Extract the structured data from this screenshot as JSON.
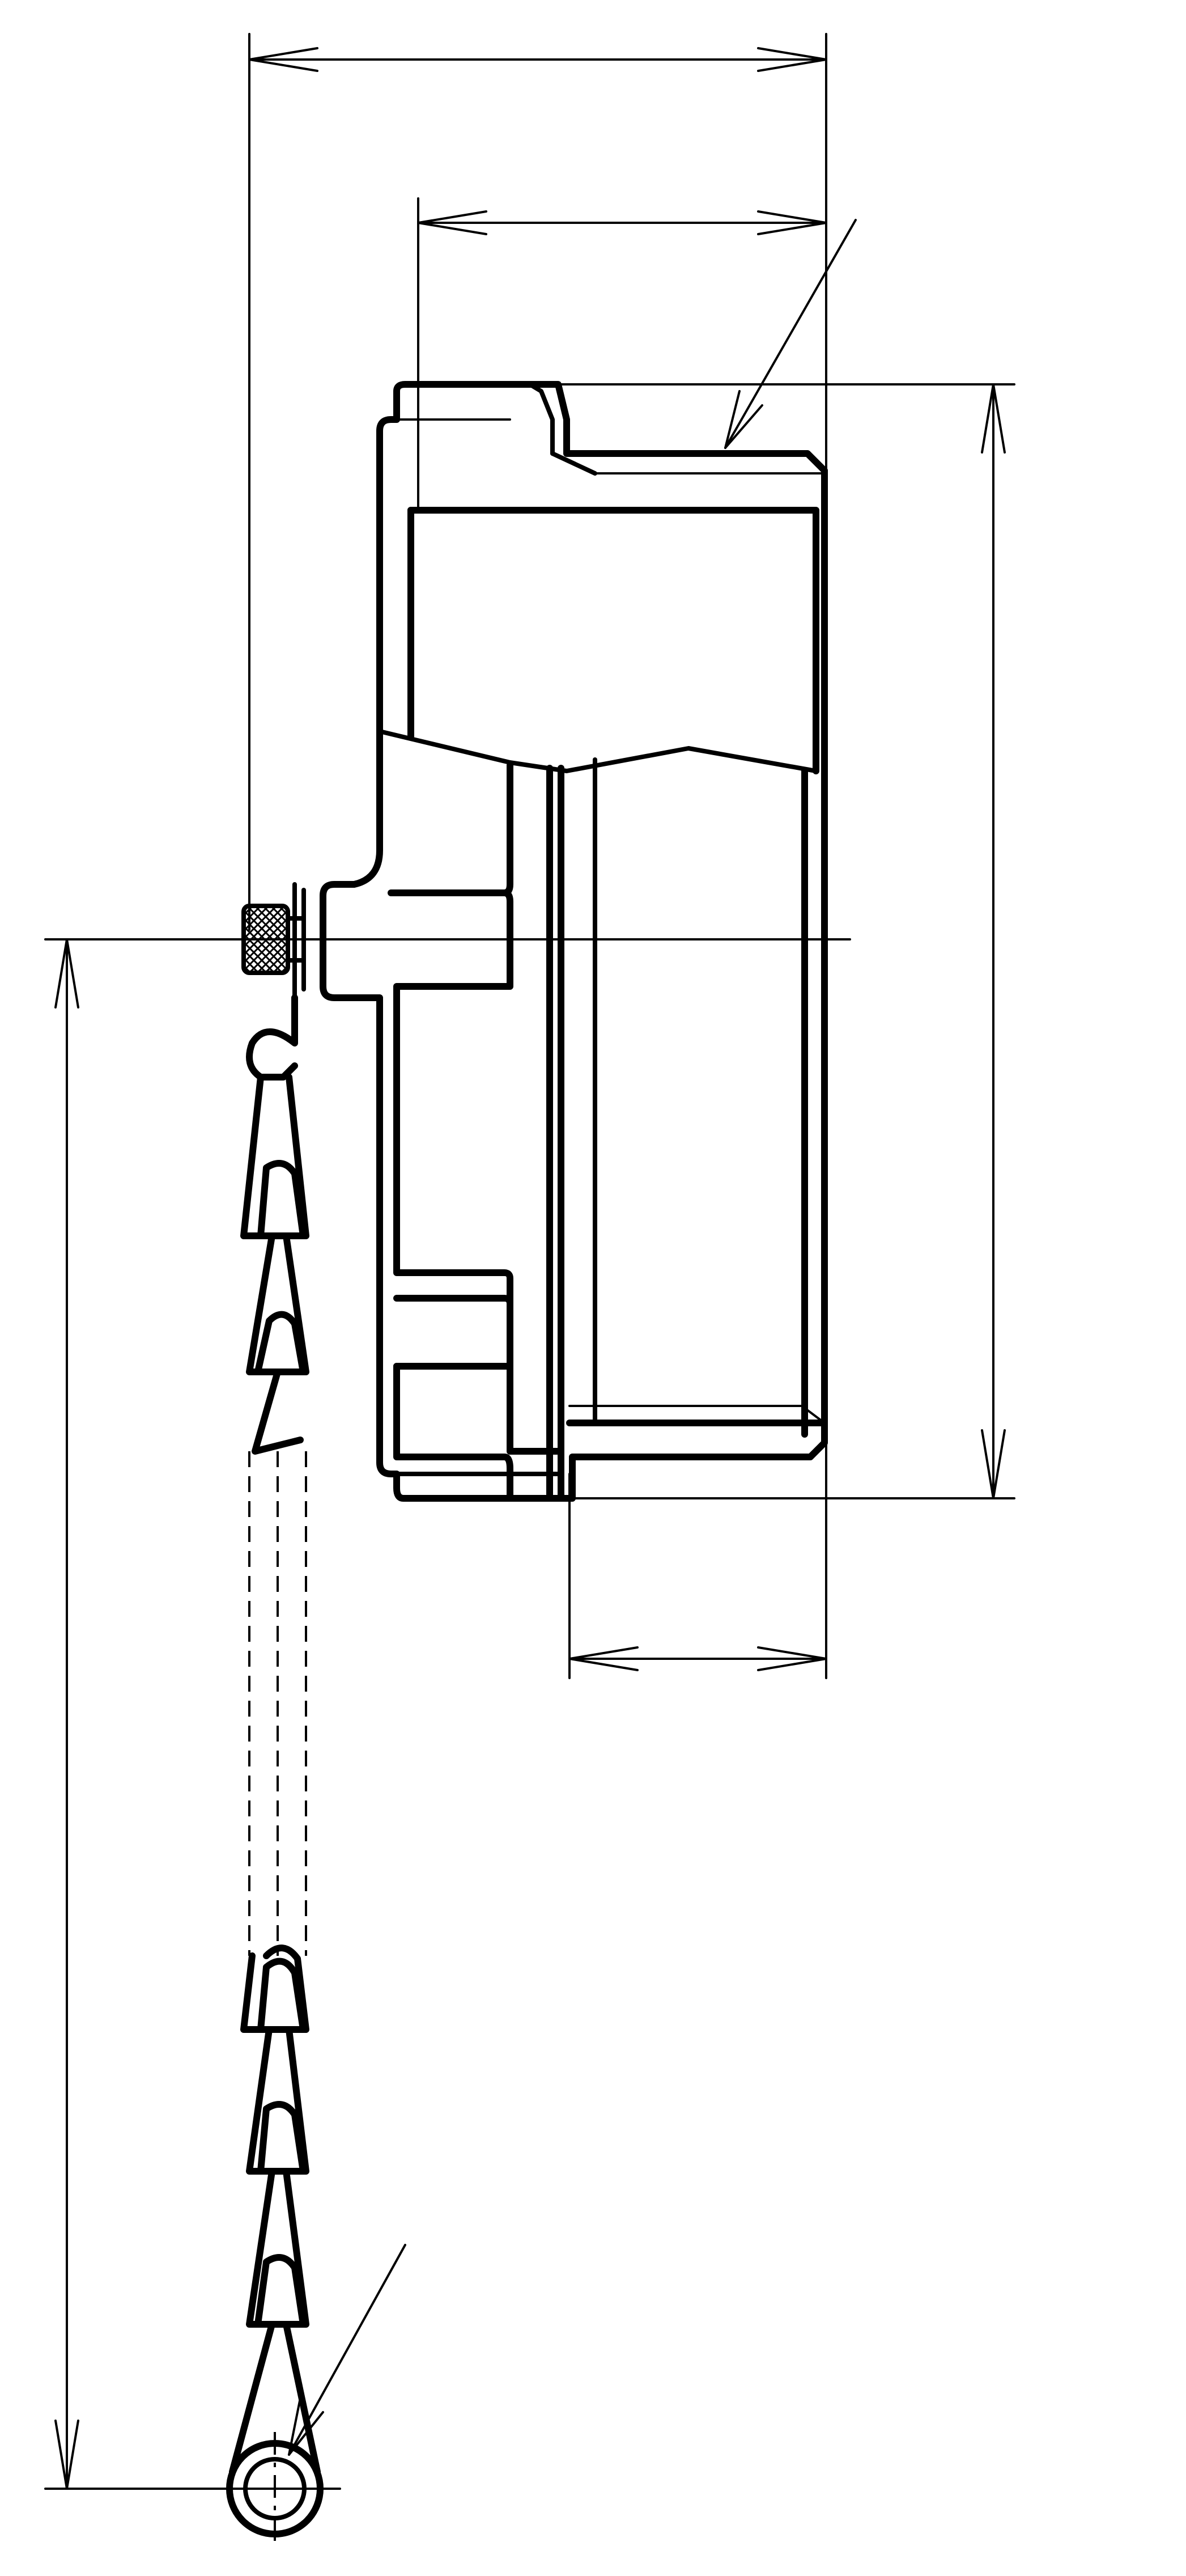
{
  "drawing": {
    "type": "technical-drawing",
    "view": "side-elevation",
    "colors": {
      "line": "#000000",
      "background": "#ffffff"
    },
    "parts": [
      {
        "name": "cap-body"
      },
      {
        "name": "threaded-neck"
      },
      {
        "name": "knurled-knob"
      },
      {
        "name": "bead-chain"
      },
      {
        "name": "chain-ring"
      }
    ],
    "dimension_lines": [
      {
        "name": "overall-width",
        "orientation": "horizontal"
      },
      {
        "name": "neck-width",
        "orientation": "horizontal"
      },
      {
        "name": "thread-length",
        "orientation": "horizontal"
      },
      {
        "name": "cap-height",
        "orientation": "vertical"
      },
      {
        "name": "chain-length",
        "orientation": "vertical"
      }
    ],
    "leaders": [
      {
        "name": "thread-leader"
      },
      {
        "name": "ring-leader"
      }
    ]
  }
}
